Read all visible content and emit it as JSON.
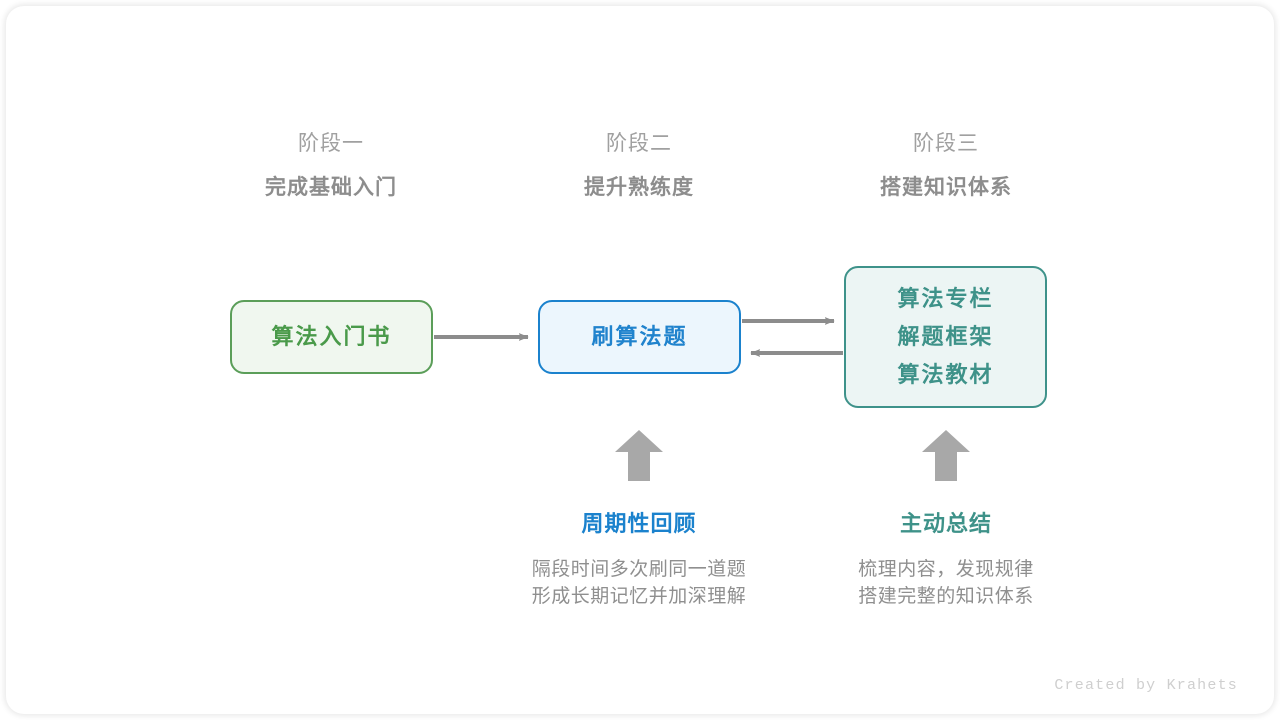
{
  "diagram": {
    "title_credit": "Created by Krahets",
    "colors": {
      "green": "#4a9a4a",
      "green_border": "#5b9e59",
      "green_fill": "#f0f7ef",
      "blue": "#2083cd",
      "blue_border": "#1b82cd",
      "blue_fill": "#ecf6fd",
      "teal": "#3e9289",
      "teal_border": "#3e928a",
      "teal_fill": "#ecf5f4",
      "arrow_gray": "#8c8c8c",
      "header_gray": "#a0a0a0",
      "header_title_gray": "#8d8d8d",
      "body_gray": "#8f8f8f"
    },
    "stages": [
      {
        "kicker": "阶段一",
        "title": "完成基础入门"
      },
      {
        "kicker": "阶段二",
        "title": "提升熟练度"
      },
      {
        "kicker": "阶段三",
        "title": "搭建知识体系"
      }
    ],
    "nodes": {
      "book": {
        "label": "算法入门书"
      },
      "practice": {
        "label": "刷算法题"
      },
      "resources": {
        "lines": [
          "算法专栏",
          "解题框架",
          "算法教材"
        ]
      }
    },
    "notes": [
      {
        "title": "周期性回顾",
        "body_lines": [
          "隔段时间多次刷同一道题",
          "形成长期记忆并加深理解"
        ]
      },
      {
        "title": "主动总结",
        "body_lines": [
          "梳理内容，发现规律",
          "搭建完整的知识体系"
        ]
      }
    ]
  }
}
